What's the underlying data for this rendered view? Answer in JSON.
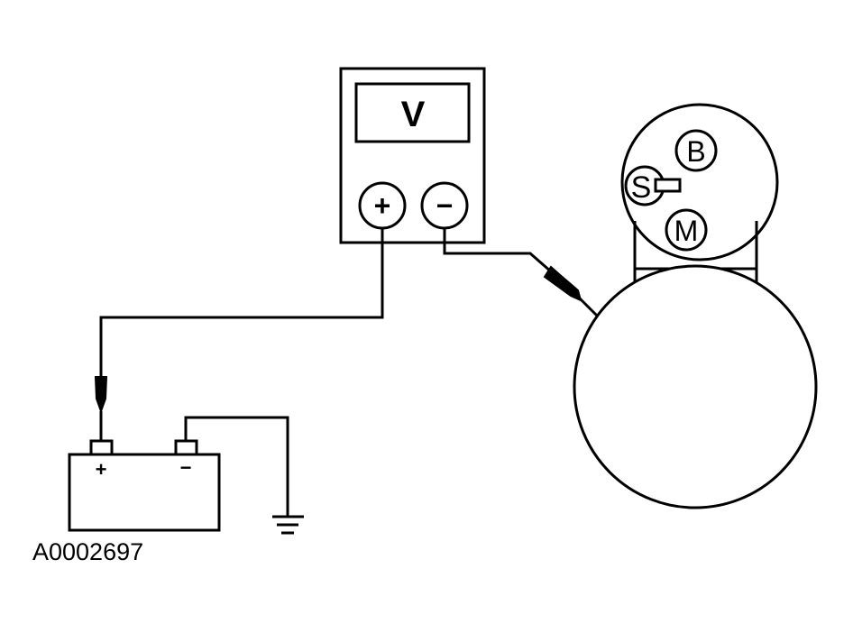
{
  "figure_id": "A0002697",
  "voltmeter": {
    "display_symbol": "V",
    "positive_terminal": "+",
    "negative_terminal": "−"
  },
  "battery": {
    "positive_label": "+",
    "negative_label": "−"
  },
  "starter_solenoid": {
    "terminal_b": "B",
    "terminal_s": "S",
    "terminal_m": "M"
  },
  "colors": {
    "ink": "#000000",
    "background": "#ffffff"
  }
}
